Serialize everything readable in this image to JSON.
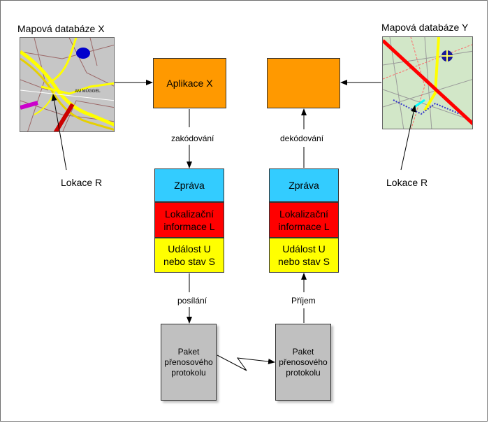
{
  "maps": {
    "left_title": "Mapová databáze X",
    "right_title": "Mapová databáze Y",
    "left_inner_text": "AM MÜGGEL",
    "left_location": "Lokace R",
    "right_location": "Lokace R"
  },
  "left_column": {
    "app_label": "Aplikace X",
    "encode_label": "zakódování",
    "message": "Zpráva",
    "loc_info_line1": "Lokalizační",
    "loc_info_line2": "informace L",
    "event_line1": "Událost U",
    "event_line2": "nebo stav S",
    "send_label": "posílání",
    "packet_line1": "Paket",
    "packet_line2": "přenosového",
    "packet_line3": "protokolu"
  },
  "right_column": {
    "app_label": "",
    "decode_label": "dekódování",
    "message": "Zpráva",
    "loc_info_line1": "Lokalizační",
    "loc_info_line2": "informace L",
    "event_line1": "Událost U",
    "event_line2": "nebo stav S",
    "receive_label": "Příjem",
    "packet_line1": "Paket",
    "packet_line2": "přenosového",
    "packet_line3": "protokolu"
  },
  "colors": {
    "application": "#ff9900",
    "message": "#33ccff",
    "location_info": "#ff0000",
    "event": "#ffff00",
    "packet": "#c0c0c0"
  }
}
